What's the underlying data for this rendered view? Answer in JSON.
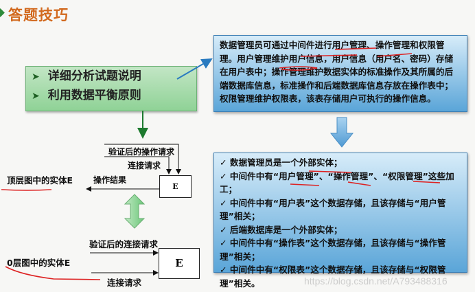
{
  "slide": {
    "title": "答题技巧",
    "tips": [
      {
        "label": "详细分析试题说明"
      },
      {
        "label": "利用数据平衡原则"
      }
    ],
    "description_box": {
      "text": "数据管理员可通过中间件进行用户管理、操作管理和权限管理。用户管理维护用户信息，用户信息（用户名、密码）存储在用户表中；操作管理维护数据实体的标准操作及其所属的后端数据库信息，标准操作和后端数据库信息存放在操作表中；权限管理维护权限表，该表存储用户可执行的操作信息。"
    },
    "conclusion_box": {
      "items": [
        "✓ 数据管理员是一个外部实体；",
        "✓ 中间件中有“用户管理”、“操作管理”、“权限管理”这些加工；",
        "✓ 中间件中有“用户表”这个数据存储，且该存储与“用户管理”相关；",
        "✓ 后端数据库是一个外部实体；",
        "✓ 中间件中有“操作表”这个数据存储，且该存储与“操作管理”相关；",
        "✓ 中间件中有“权限表”这个数据存储，且该存储与“权限管理”相关。"
      ]
    },
    "top_diagram": {
      "caption": "顶层图中的实体E",
      "entity": "E",
      "flows": [
        "验证后的操作请求",
        "连接请求",
        "操作结果"
      ]
    },
    "level0_diagram": {
      "caption": "0层图中的实体E",
      "entity": "E",
      "flows": [
        "验证后的连接请求",
        "连接请求"
      ]
    },
    "watermark": "https://blog.csdn.net/A793488316"
  },
  "colors": {
    "title": "#d2691e",
    "green_box": "#a8dcac",
    "blue_box": "#5aa5d8",
    "annotation_red": "#dd2222"
  }
}
